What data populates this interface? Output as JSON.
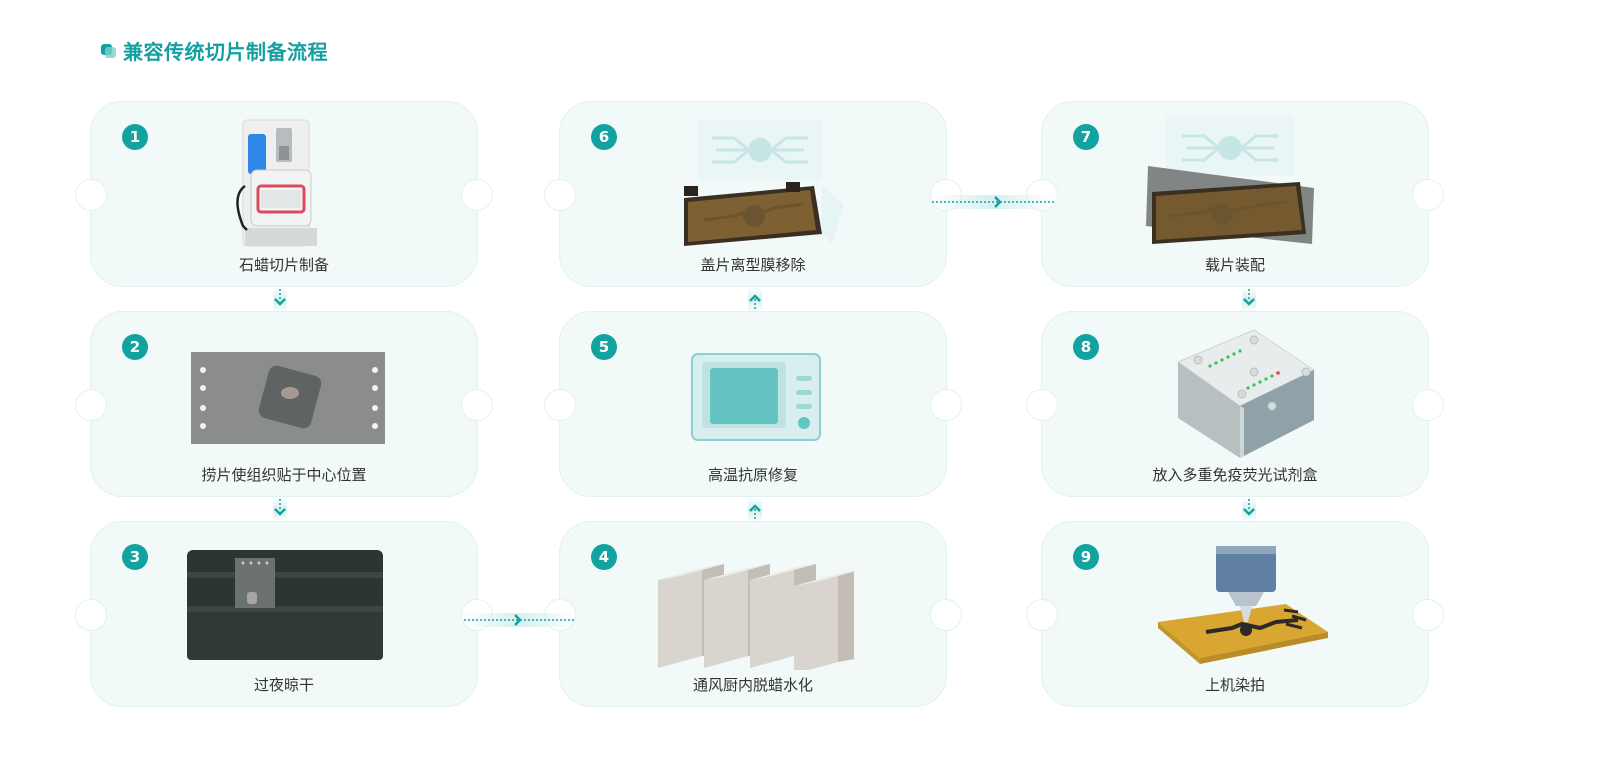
{
  "title": "兼容传统切片制备流程",
  "colors": {
    "accent": "#12a3a0",
    "card_bg": "#f1f9f9",
    "text": "#333333"
  },
  "steps": [
    {
      "num": "1",
      "label": "石蜡切片制备",
      "icon": "microtome-icon"
    },
    {
      "num": "2",
      "label": "捞片使组织贴于中心位置",
      "icon": "slide-tissue-icon"
    },
    {
      "num": "3",
      "label": "过夜晾干",
      "icon": "drying-rack-icon"
    },
    {
      "num": "4",
      "label": "通风厨内脱蜡水化",
      "icon": "staining-jars-icon"
    },
    {
      "num": "5",
      "label": "高温抗原修复",
      "icon": "microwave-icon"
    },
    {
      "num": "6",
      "label": "盖片离型膜移除",
      "icon": "coverslip-chip-icon"
    },
    {
      "num": "7",
      "label": "载片装配",
      "icon": "slide-assembly-icon"
    },
    {
      "num": "8",
      "label": "放入多重免疫荧光试剂盒",
      "icon": "reagent-cartridge-icon"
    },
    {
      "num": "9",
      "label": "上机染拍",
      "icon": "imaging-machine-icon"
    }
  ]
}
